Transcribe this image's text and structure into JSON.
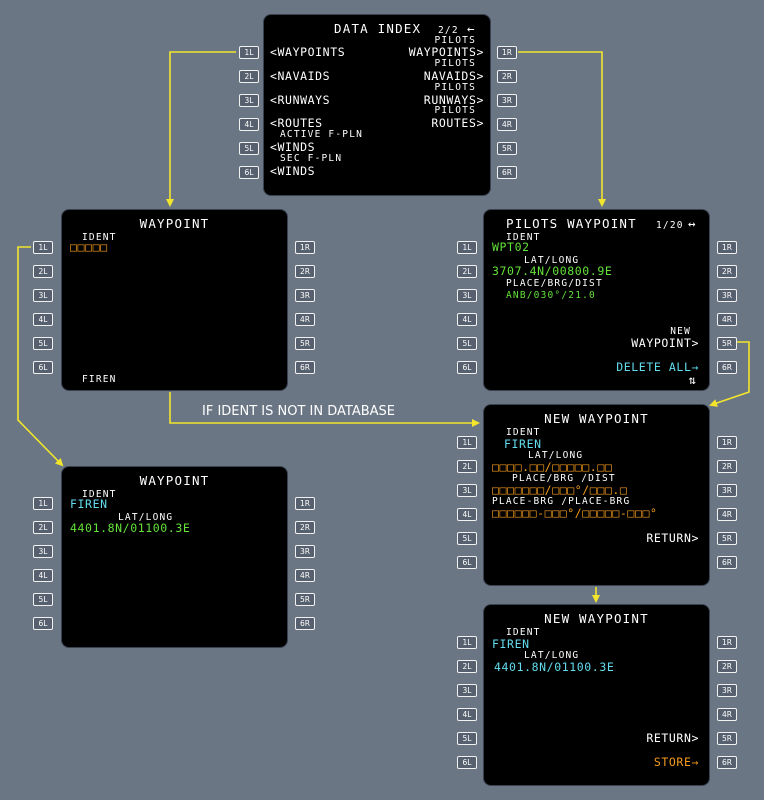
{
  "colors": {
    "background": "#6b7685",
    "screen": "#000000",
    "white_text": "#ffffff",
    "green_text": "#63e23a",
    "cyan_text": "#62dcee",
    "amber_text": "#f49b1b",
    "arrow": "#f2e52c"
  },
  "keys": {
    "left": [
      "1L",
      "2L",
      "3L",
      "4L",
      "5L",
      "6L"
    ],
    "right": [
      "1R",
      "2R",
      "3R",
      "4R",
      "5R",
      "6R"
    ]
  },
  "data_index": {
    "title": "DATA INDEX",
    "page": "2/2",
    "arrow": "←",
    "l1": "<WAYPOINTS",
    "l2": "<NAVAIDS",
    "l3": "<RUNWAYS",
    "l4": "<ROUTES",
    "l5_label": "ACTIVE F-PLN",
    "l5": "<WINDS",
    "l6_label": "SEC F-PLN",
    "l6": "<WINDS",
    "r1_label": "PILOTS",
    "r1": "WAYPOINTS>",
    "r2_label": "PILOTS",
    "r2": "NAVAIDS>",
    "r3_label": "PILOTS",
    "r3": "RUNWAYS>",
    "r4_label": "PILOTS",
    "r4": "ROUTES>"
  },
  "waypoint_entry": {
    "title": "WAYPOINT",
    "ident_label": "IDENT",
    "ident_boxes": "□□□□□",
    "scratchpad": "FIREN"
  },
  "pilots_waypoint": {
    "title": "PILOTS WAYPOINT",
    "page": "1/20",
    "page_arrows": "↔",
    "ident_label": "IDENT",
    "ident": "WPT02",
    "latlong_label": "LAT/LONG",
    "latlong": "3707.4N/00800.9E",
    "pbd_label": "PLACE/BRG/DIST",
    "pbd": "ANB/030°/21.0",
    "new_label": "NEW",
    "new": "WAYPOINT>",
    "delete": "DELETE ALL→",
    "updown": "⇅"
  },
  "waypoint_result": {
    "title": "WAYPOINT",
    "ident_label": "IDENT",
    "ident": "FIREN",
    "latlong_label": "LAT/LONG",
    "latlong": "4401.8N/01100.3E"
  },
  "new_waypoint_1": {
    "title": "NEW WAYPOINT",
    "ident_label": "IDENT",
    "ident": "FIREN",
    "latlong_label": "LAT/LONG",
    "latlong_boxes": "□□□□.□□/□□□□□.□□",
    "pbd_label": "PLACE/BRG /DIST",
    "pbd_boxes": "□□□□□□□/□□□°/□□□.□",
    "pb_label": "PLACE-BRG /PLACE-BRG",
    "pb_boxes": "□□□□□□-□□□°/□□□□□-□□□°",
    "return": "RETURN>"
  },
  "new_waypoint_2": {
    "title": "NEW WAYPOINT",
    "ident_label": "IDENT",
    "ident": "FIREN",
    "latlong_label": "LAT/LONG",
    "latlong": "4401.8N/01100.3E",
    "return": "RETURN>",
    "store": "STORE→"
  },
  "annotation": "IF IDENT IS NOT IN DATABASE"
}
